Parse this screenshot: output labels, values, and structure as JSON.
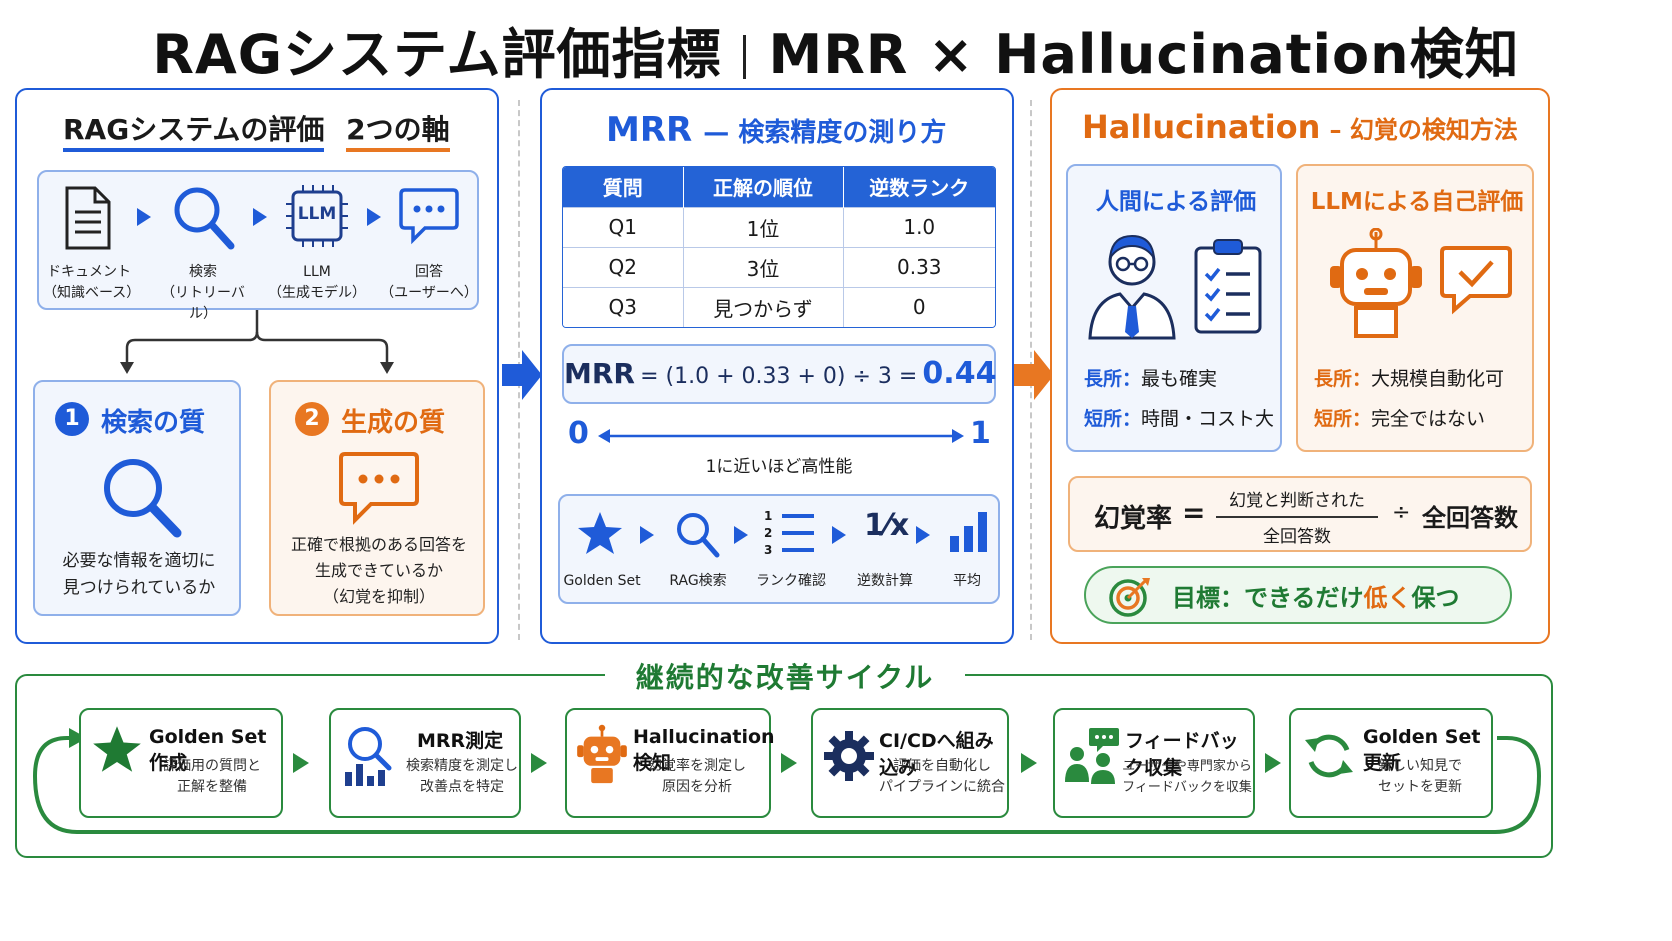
{
  "title_left": "RAGシステム評価指標",
  "title_right": "MRR × Hallucination検知",
  "left": {
    "heading_a": "RAGシステムの評価",
    "heading_b": "2つの軸",
    "flow": [
      {
        "icon": "document-icon",
        "label1": "ドキュメント",
        "label2": "（知識ベース）"
      },
      {
        "icon": "search-icon",
        "label1": "検索",
        "label2": "（リトリーバル）"
      },
      {
        "icon": "llm-chip-icon",
        "chip": "LLM",
        "label1": "LLM",
        "label2": "（生成モデル）"
      },
      {
        "icon": "chat-icon",
        "label1": "回答",
        "label2": "（ユーザーへ）"
      }
    ],
    "axis1": {
      "num": "1",
      "title": "検索の質",
      "desc1": "必要な情報を適切に",
      "desc2": "見つけられているか"
    },
    "axis2": {
      "num": "2",
      "title": "生成の質",
      "desc1": "正確で根拠のある回答を",
      "desc2": "生成できているか",
      "desc3": "（幻覚を抑制）"
    }
  },
  "middle": {
    "heading_a": "MRR",
    "heading_b": "— 検索精度の測り方",
    "table": {
      "headers": [
        "質問",
        "正解の順位",
        "逆数ランク"
      ],
      "rows": [
        [
          "Q1",
          "1位",
          "1.0"
        ],
        [
          "Q2",
          "3位",
          "0.33"
        ],
        [
          "Q3",
          "見つからず",
          "0"
        ]
      ]
    },
    "formula_prefix": "MRR",
    "formula_body": "= (1.0 + 0.33 + 0) ÷ 3 =",
    "formula_result": "0.44",
    "scale_min": "0",
    "scale_max": "1",
    "scale_caption": "1に近いほど高性能",
    "steps": [
      {
        "icon": "star-icon",
        "label": "Golden Set"
      },
      {
        "icon": "search-icon",
        "label": "RAG検索"
      },
      {
        "icon": "ranked-list-icon",
        "label": "ランク確認"
      },
      {
        "icon": "reciprocal-icon",
        "label": "逆数計算"
      },
      {
        "icon": "bar-chart-icon",
        "label": "平均"
      }
    ],
    "steps_list_digits": "1\n2\n3",
    "reciprocal_glyph": "1⁄x"
  },
  "right": {
    "heading_a": "Hallucination",
    "heading_b": "– 幻覚の検知方法",
    "human": {
      "title": "人間による評価",
      "pro_label": "長所：",
      "pro": "最も確実",
      "con_label": "短所：",
      "con": "時間・コスト大"
    },
    "llm": {
      "title": "LLMによる自己評価",
      "pro_label": "長所：",
      "pro": "大規模自動化可",
      "con_label": "短所：",
      "con": "完全ではない"
    },
    "rate_label": "幻覚率",
    "rate_eq": "=",
    "rate_numerator": "幻覚と判断された",
    "rate_denominator": "全回答数",
    "rate_div": "÷",
    "rate_total": "全回答数",
    "goal_label": "目標：",
    "goal_text_a": "できるだけ",
    "goal_text_b": "低く",
    "goal_text_c": "保つ"
  },
  "cycle": {
    "title": "継続的な改善サイクル",
    "steps": [
      {
        "icon": "star-icon",
        "title": "Golden Set作成",
        "d1": "評価用の質問と",
        "d2": "正解を整備"
      },
      {
        "icon": "search-chart-icon",
        "title": "MRR測定",
        "d1": "検索精度を測定し",
        "d2": "改善点を特定"
      },
      {
        "icon": "robot-icon",
        "title": "Hallucination検知",
        "d1": "幻覚率を測定し",
        "d2": "原因を分析"
      },
      {
        "icon": "gear-icon",
        "title": "CI/CDへ組み込み",
        "d1": "評価を自動化し",
        "d2": "パイプラインに統合"
      },
      {
        "icon": "feedback-users-icon",
        "title": "フィードバック収集",
        "d1": "ユーザーや専門家から",
        "d2": "フィードバックを収集"
      },
      {
        "icon": "refresh-icon",
        "title": "Golden Set更新",
        "d1": "新しい知見で",
        "d2": "セットを更新"
      }
    ]
  },
  "colors": {
    "blue": "#1f5bd8",
    "orange": "#e87722",
    "green": "#2a8a3e"
  }
}
